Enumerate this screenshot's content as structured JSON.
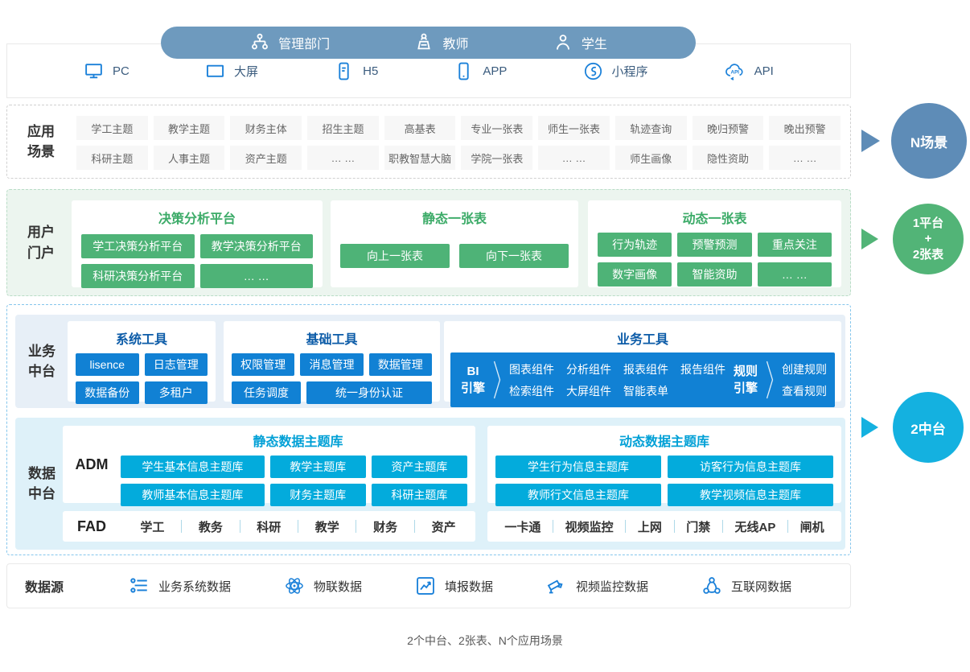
{
  "pill": {
    "roles": [
      {
        "icon": "org-icon",
        "label": "管理部门"
      },
      {
        "icon": "teacher-icon",
        "label": "教师"
      },
      {
        "icon": "student-icon",
        "label": "学生"
      }
    ]
  },
  "channels": [
    {
      "icon": "pc-icon",
      "label": "PC"
    },
    {
      "icon": "bigscreen-icon",
      "label": "大屏"
    },
    {
      "icon": "h5-icon",
      "label": "H5"
    },
    {
      "icon": "app-icon",
      "label": "APP"
    },
    {
      "icon": "miniprogram-icon",
      "label": "小程序"
    },
    {
      "icon": "api-cloud-icon",
      "label": "API"
    }
  ],
  "scenarios": {
    "label_lines": [
      "应用",
      "场景"
    ],
    "row1": [
      "学工主题",
      "教学主题",
      "财务主体",
      "招生主题",
      "高基表",
      "专业一张表",
      "师生一张表",
      "轨迹查询",
      "晚归预警",
      "晚出预警"
    ],
    "row2": [
      "科研主题",
      "人事主题",
      "资产主题",
      "… …",
      "职教智慧大脑",
      "学院一张表",
      "… …",
      "师生画像",
      "隐性资助",
      "… …"
    ],
    "badge": "N场景"
  },
  "portal": {
    "label_lines": [
      "用户",
      "门户"
    ],
    "decision": {
      "title": "决策分析平台",
      "buttons": [
        "学工决策分析平台",
        "教学决策分析平台",
        "科研决策分析平台",
        "… …"
      ]
    },
    "static_table": {
      "title": "静态一张表",
      "buttons": [
        "向上一张表",
        "向下一张表"
      ]
    },
    "dynamic_table": {
      "title": "动态一张表",
      "buttons": [
        "行为轨迹",
        "预警预测",
        "重点关注",
        "数字画像",
        "智能资助",
        "… …"
      ]
    },
    "badge": {
      "line1": "1平台",
      "line2": "+",
      "line3": "2张表"
    }
  },
  "business": {
    "label_lines": [
      "业务",
      "中台"
    ],
    "system_tools": {
      "title": "系统工具",
      "buttons": [
        "lisence",
        "日志管理",
        "数据备份",
        "多租户"
      ]
    },
    "basic_tools": {
      "title": "基础工具",
      "row1": [
        "权限管理",
        "消息管理",
        "数据管理"
      ],
      "row2": [
        "任务调度",
        "统一身份认证"
      ]
    },
    "biz_tools": {
      "title": "业务工具",
      "bi_engine_lines": [
        "BI",
        "引擎"
      ],
      "components_row1": [
        "图表组件",
        "分析组件",
        "报表组件",
        "报告组件"
      ],
      "components_row2": [
        "检索组件",
        "大屏组件",
        "智能表单"
      ],
      "rule_engine_lines": [
        "规则",
        "引擎"
      ],
      "rule_actions": [
        "创建规则",
        "查看规则"
      ]
    }
  },
  "data_platform": {
    "label_lines": [
      "数据",
      "中台"
    ],
    "adm_label": "ADM",
    "static_db": {
      "title": "静态数据主题库",
      "row1": [
        "学生基本信息主题库",
        "教学主题库",
        "资产主题库"
      ],
      "row2": [
        "教师基本信息主题库",
        "财务主题库",
        "科研主题库"
      ]
    },
    "dynamic_db": {
      "title": "动态数据主题库",
      "row1": [
        "学生行为信息主题库",
        "访客行为信息主题库"
      ],
      "row2": [
        "教师行文信息主题库",
        "教学视频信息主题库"
      ]
    },
    "fad_label": "FAD",
    "fad_items": [
      "学工",
      "教务",
      "科研",
      "教学",
      "财务",
      "资产"
    ],
    "dynamic_source_items": [
      "一卡通",
      "视频监控",
      "上网",
      "门禁",
      "无线AP",
      "闸机"
    ],
    "badge": "2中台"
  },
  "datasource": {
    "label": "数据源",
    "items": [
      {
        "icon": "list-data-icon",
        "label": "业务系统数据"
      },
      {
        "icon": "iot-atom-icon",
        "label": "物联数据"
      },
      {
        "icon": "report-chart-icon",
        "label": "填报数据"
      },
      {
        "icon": "camera-icon",
        "label": "视频监控数据"
      },
      {
        "icon": "internet-icon",
        "label": "互联网数据"
      }
    ]
  },
  "caption": "2个中台、2张表、N个应用场景",
  "colors": {
    "pill_blue": "#6e9abe",
    "badge_blue": "#5e8cb7",
    "green": "#4eb377",
    "green_bg": "#ecf5ef",
    "business_blue": "#1181d4",
    "business_bg": "#e7eff7",
    "cyan": "#03abdc",
    "cyan_bg": "#def1f9",
    "badge_cyan": "#14b1e0",
    "icon_blue": "#1a80d9",
    "chip_bg": "#f7f7f7"
  }
}
